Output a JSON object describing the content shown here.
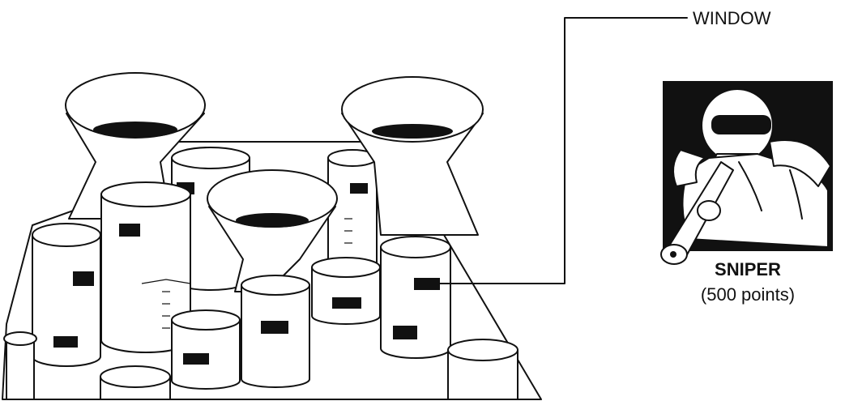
{
  "labels": {
    "window": "WINDOW",
    "sniper_title": "SNIPER",
    "sniper_points": "(500 points)"
  },
  "colors": {
    "ink": "#111111",
    "paper": "#ffffff"
  },
  "icons": {
    "fortress": "fortress-illustration",
    "sniper": "sniper-icon"
  }
}
